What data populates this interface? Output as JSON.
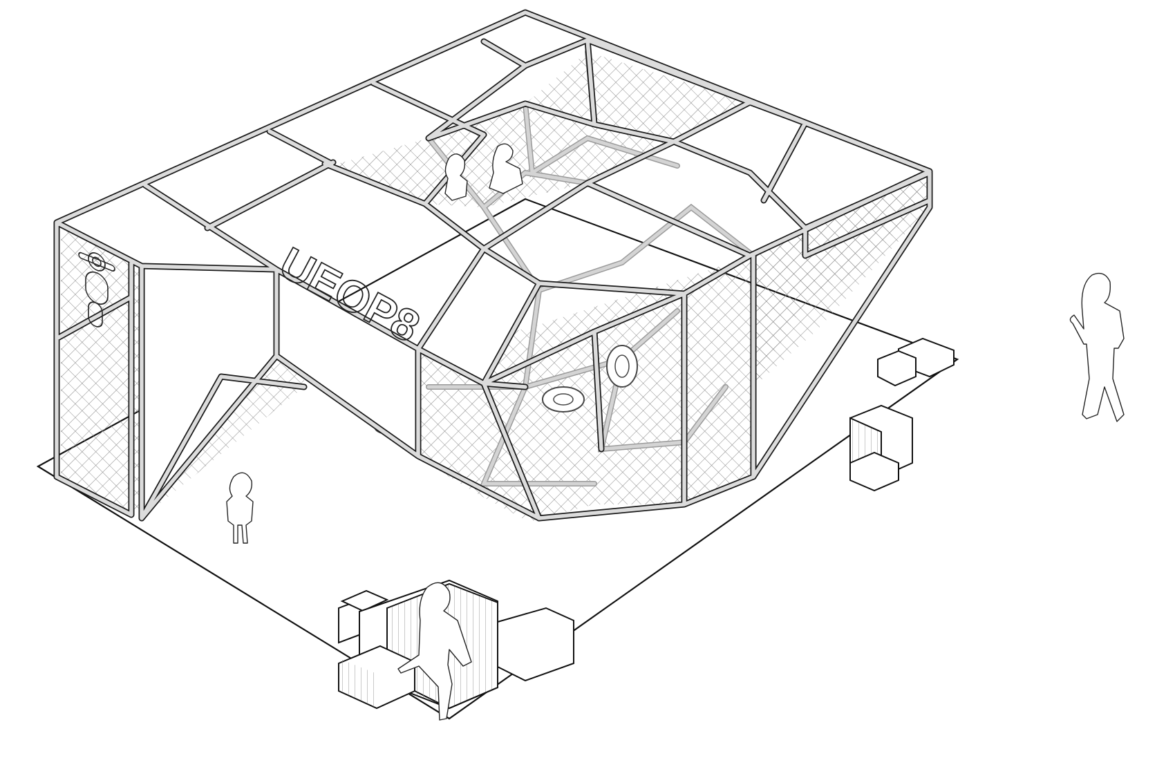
{
  "drawing": {
    "title": "Axonometric view of mesh-frame play pavilion",
    "type": "isometric architectural line drawing",
    "background": "#ffffff",
    "line_color": "#1a1a1a",
    "tube_fill": "#dcdcdc",
    "mesh_color": "#8c8c8c"
  },
  "signage": {
    "lettering": "UEOP8",
    "lettering_location": "top edge of left-side panel",
    "mascot": "outlined figure icon on left end mesh panel"
  },
  "structure": {
    "frame": "steel tube space frame",
    "roof": "grid of open rectangular panels with central mesh-netted opening",
    "walls": "chain-link / diamond mesh infill panels",
    "interior": "climbing net with suspended tyres"
  },
  "people": [
    {
      "id": "child-standing",
      "description": "small child standing in front of pavilion"
    },
    {
      "id": "adult-seated",
      "description": "adult seated on slatted timber bench"
    },
    {
      "id": "adult-walking",
      "description": "adult walking toward pavilion on right"
    },
    {
      "id": "children-roof",
      "description": "two children playing in roof net"
    }
  ],
  "furniture": [
    {
      "id": "bench-cluster",
      "description": "stacked timber box seating"
    },
    {
      "id": "crate-stack-right",
      "description": "stacked slatted crates under cantilever"
    },
    {
      "id": "crates-back",
      "description": "crates at rear right of platform"
    }
  ]
}
